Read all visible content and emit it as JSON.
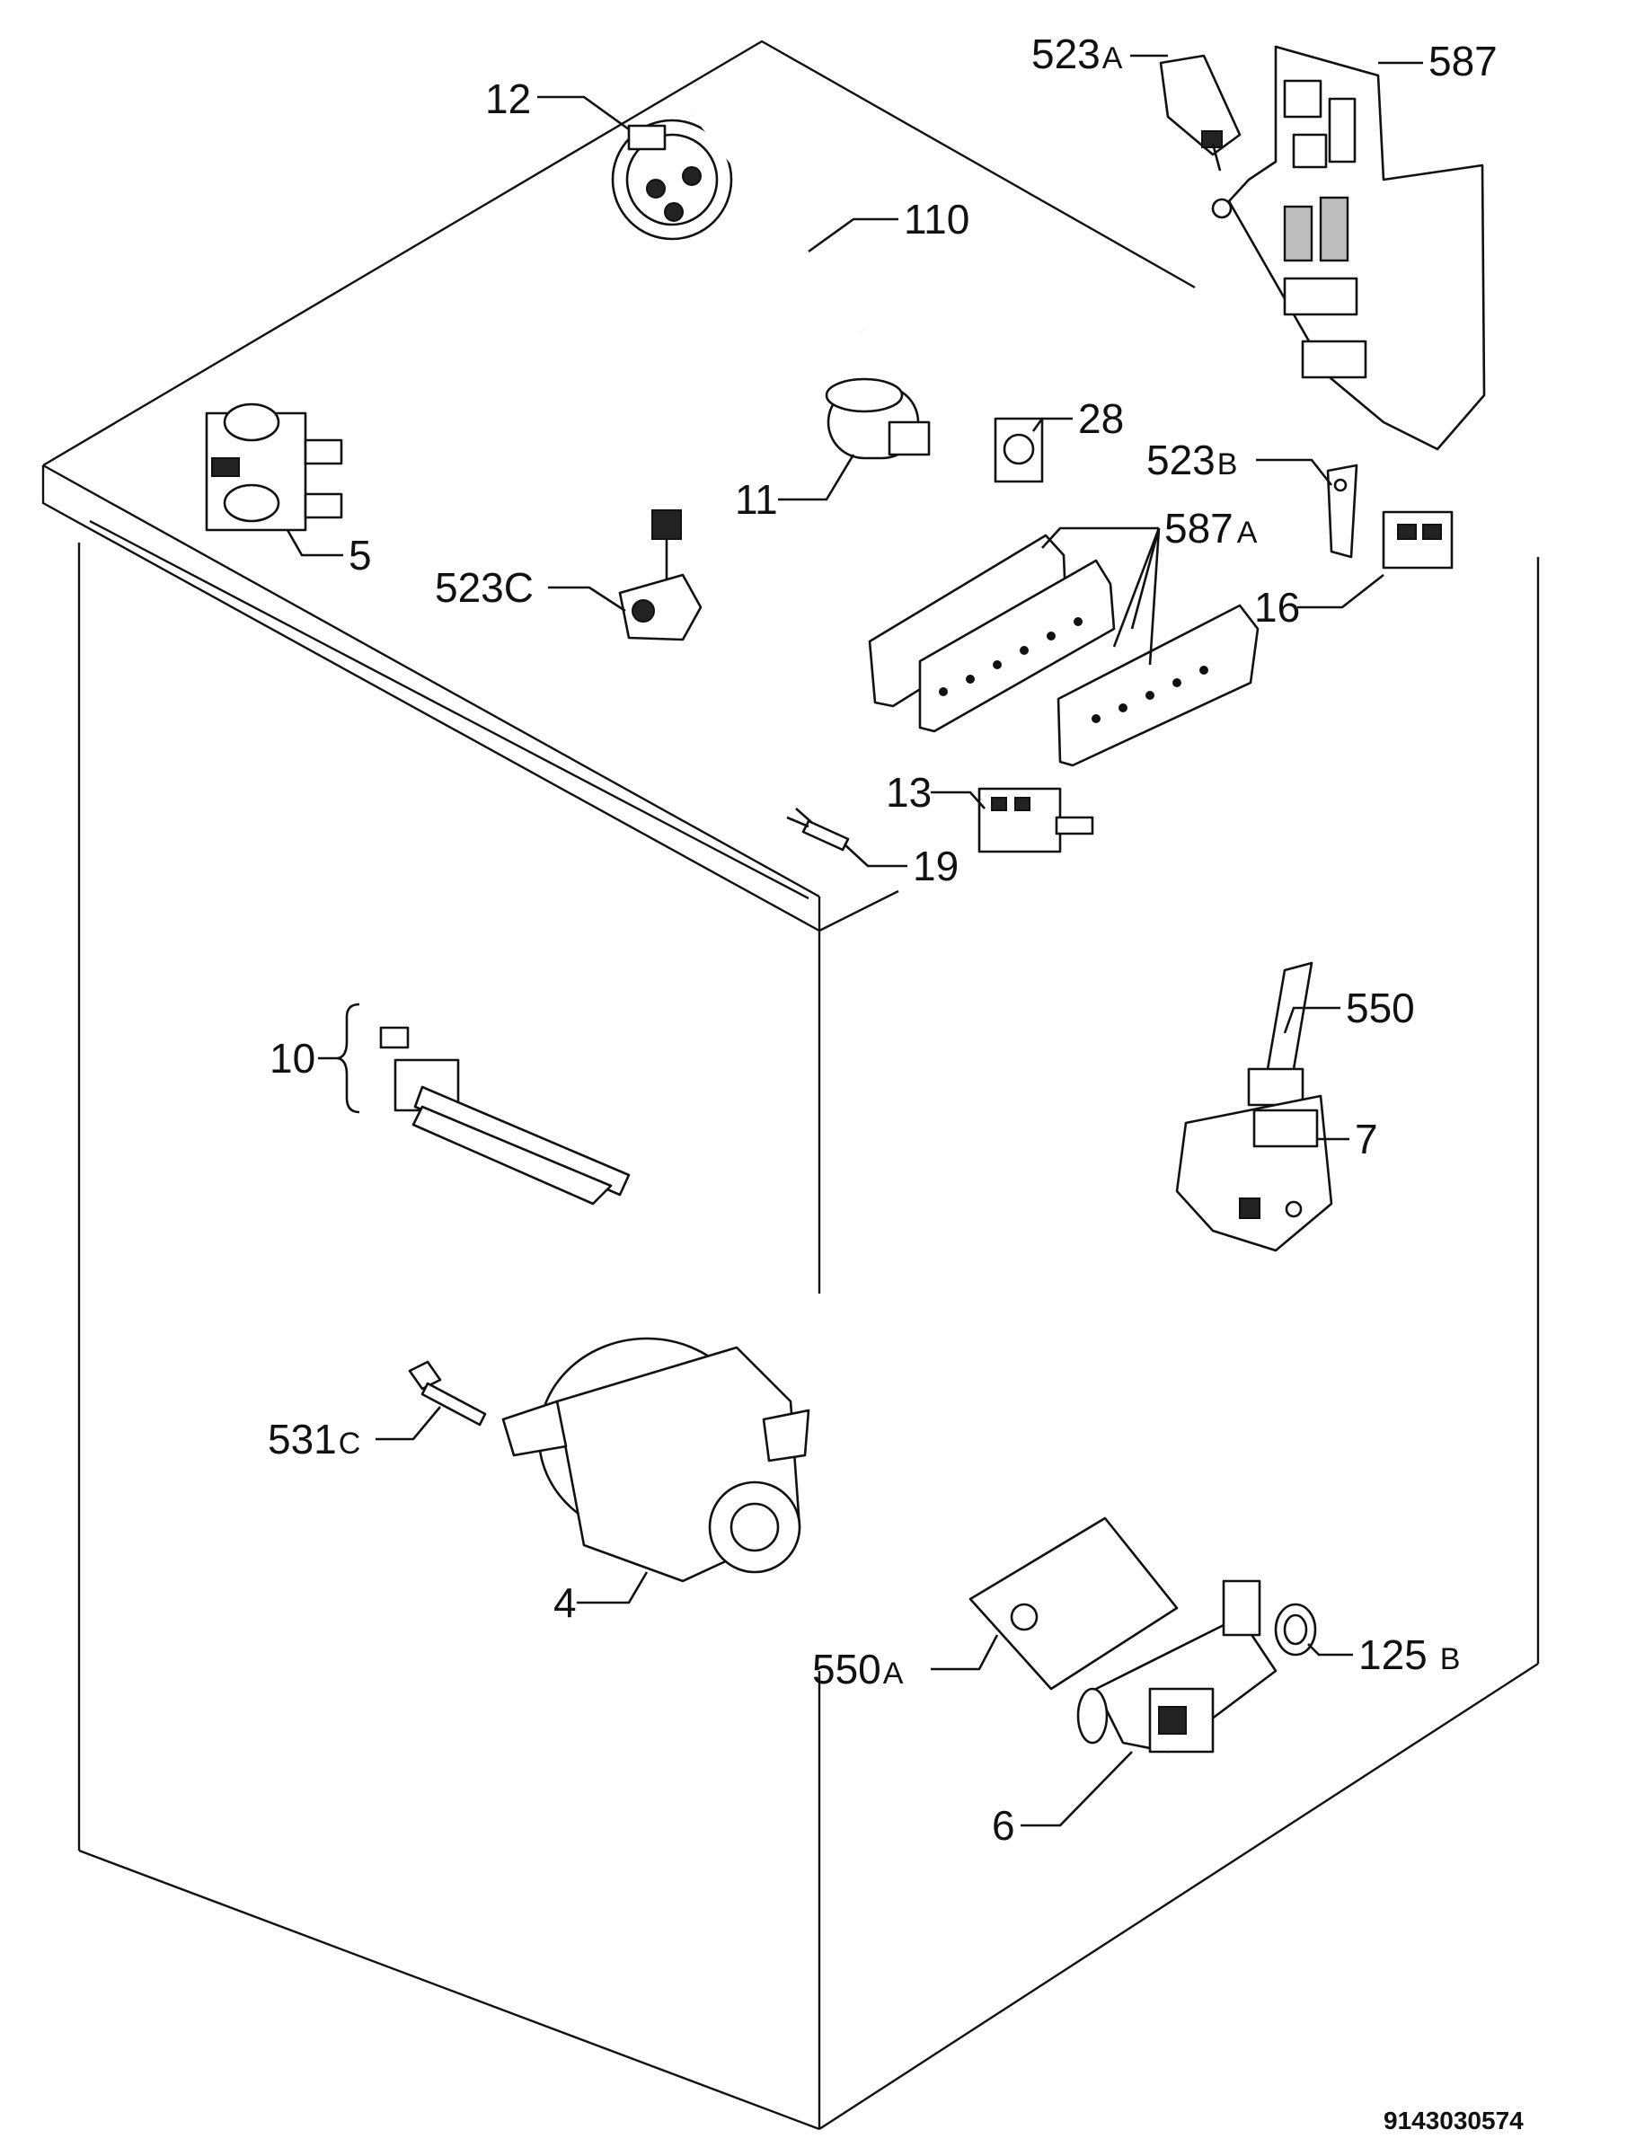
{
  "callouts": {
    "c12": "12",
    "c110": "110",
    "c523a_num": "523",
    "c523a_suf": "A",
    "c587": "587",
    "c5": "5",
    "c11": "11",
    "c28": "28",
    "c523b_num": "523",
    "c523b_suf": "B",
    "c587a_num": "587",
    "c587a_suf": "A",
    "c523c": "523C",
    "c16": "16",
    "c13": "13",
    "c19": "19",
    "c10": "10",
    "c550": "550",
    "c7": "7",
    "c531c_num": "531",
    "c531c_suf": "C",
    "c4": "4",
    "c125b_num": "125",
    "c125b_suf": "B",
    "c550a_num": "550",
    "c550a_suf": "A",
    "c6": "6"
  },
  "document_id": "9143030574"
}
